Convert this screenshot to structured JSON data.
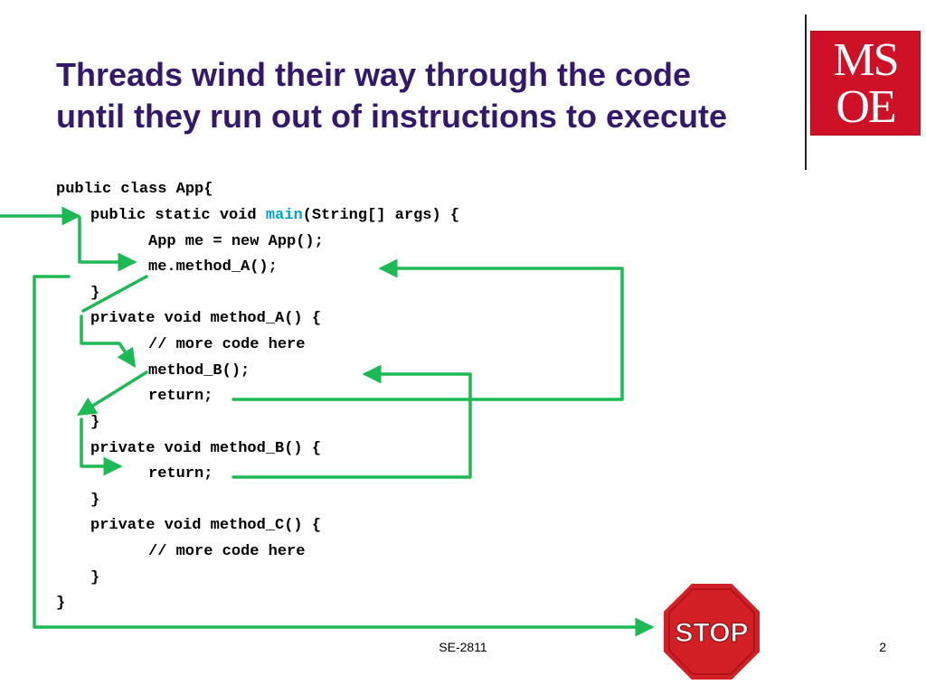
{
  "slide": {
    "title_line1": "Threads wind their way through the code",
    "title_line2": "until they run out of instructions to execute",
    "logo": {
      "name": "msoe-logo",
      "text_top": "MS",
      "text_bottom": "OE",
      "color": "#CE1126"
    },
    "code_lines": [
      {
        "pre": "public class App{",
        "highlight": "",
        "post": ""
      },
      {
        "pre": "public static void ",
        "highlight": "main",
        "post": "(String[] args) {"
      },
      {
        "pre": "App me = new App();",
        "highlight": "",
        "post": ""
      },
      {
        "pre": "me.method_A();",
        "highlight": "",
        "post": ""
      },
      {
        "pre": "}",
        "highlight": "",
        "post": ""
      },
      {
        "pre": "private void method_A() {",
        "highlight": "",
        "post": ""
      },
      {
        "pre": "// more code here",
        "highlight": "",
        "post": ""
      },
      {
        "pre": "method_B();",
        "highlight": "",
        "post": ""
      },
      {
        "pre": "return;",
        "highlight": "",
        "post": ""
      },
      {
        "pre": "}",
        "highlight": "",
        "post": ""
      },
      {
        "pre": "private void method_B() {",
        "highlight": "",
        "post": ""
      },
      {
        "pre": "return;",
        "highlight": "",
        "post": ""
      },
      {
        "pre": "}",
        "highlight": "",
        "post": ""
      },
      {
        "pre": "private void method_C() {",
        "highlight": "",
        "post": ""
      },
      {
        "pre": "// more code here",
        "highlight": "",
        "post": ""
      },
      {
        "pre": "}",
        "highlight": "",
        "post": ""
      },
      {
        "pre": "}",
        "highlight": "",
        "post": ""
      }
    ],
    "highlight_color": "#00A0D6",
    "arrow_color": "#1DB954",
    "stop_sign": {
      "text": "STOP",
      "color": "#D32027"
    },
    "footer": {
      "course": "SE-2811",
      "page_number": "2"
    }
  }
}
